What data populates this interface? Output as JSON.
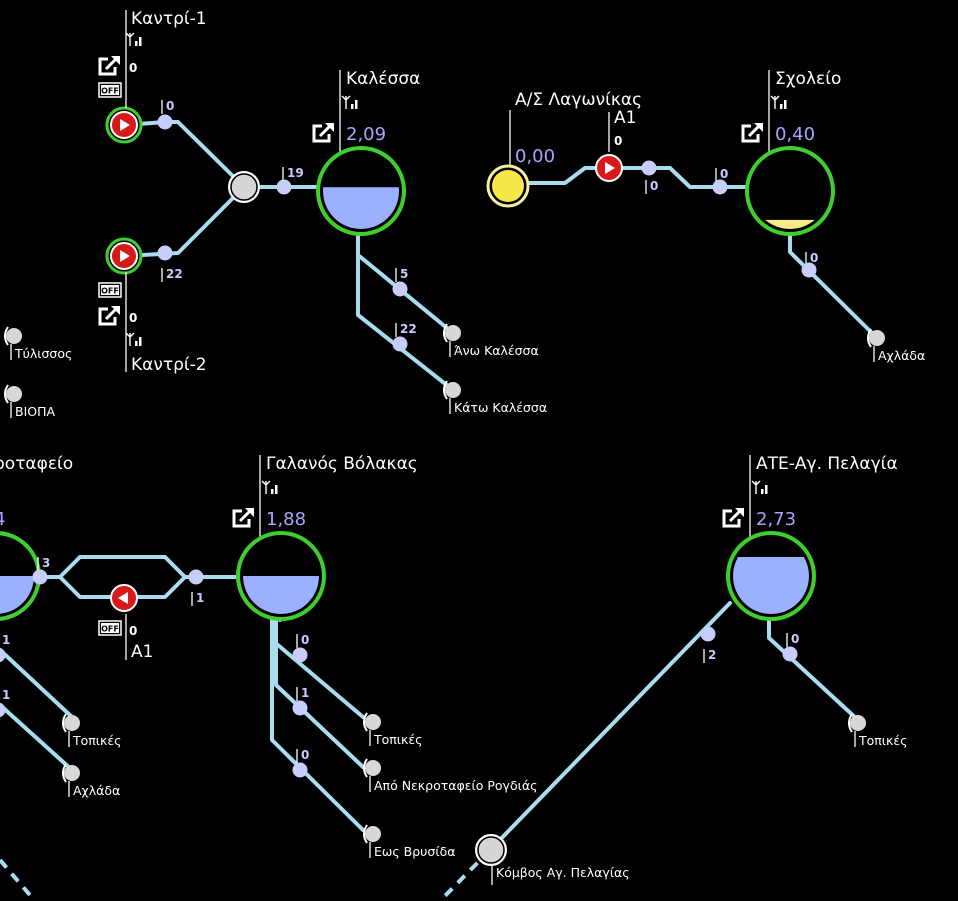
{
  "colors": {
    "pipe": "#a8dcf0",
    "tank_ring": "#3ecf2e",
    "water": "#9bb0ff",
    "water_yellow": "#f6e98a",
    "valve_node": "#c7cdfc",
    "pump": "#d7191c",
    "source": "#f7e84a",
    "level_text": "#a9a4ff"
  },
  "tanks": [
    {
      "id": "kalessa",
      "title": "Καλέσσα",
      "level": "2,09",
      "fill": 0.55
    },
    {
      "id": "sxoleio",
      "title": "Σχολείο",
      "level": "0,40",
      "fill": 0.12
    },
    {
      "id": "galanos",
      "title": "Γαλανός Βόλακας",
      "level": "1,88",
      "fill": 0.5
    },
    {
      "id": "ate",
      "title": "ΑΤΕ-Αγ. Πελαγία",
      "level": "2,73",
      "fill": 0.75
    },
    {
      "id": "nekrotafeio",
      "title": "ροταφείο",
      "level": "4",
      "fill": 0.5
    }
  ],
  "source": {
    "title": "Α/Σ Λαγωνίκας",
    "level": "0,00"
  },
  "pumps": [
    {
      "id": "kantri1",
      "name": "Καντρί-1",
      "value": "0",
      "off": "OFF"
    },
    {
      "id": "kantri2",
      "name": "Καντρί-2",
      "value": "0",
      "off": "OFF"
    },
    {
      "id": "lagonikas_a1",
      "name": "Α1",
      "value": "0"
    },
    {
      "id": "galanos_a1",
      "name": "Α1",
      "value": "0",
      "off": "OFF"
    }
  ],
  "flows": {
    "k1_out": "0",
    "k2_out": "22",
    "junction_kalessa": "19",
    "ano_kalessa": "5",
    "kato_kalessa": "22",
    "lag_a": "0",
    "lag_b": "0",
    "sxoleio_out": "0",
    "nekro_in": "3",
    "galanos_in": "1",
    "gal_1": "0",
    "gal_2": "1",
    "gal_3": "0",
    "nekro_1": "1",
    "nekro_2": "1",
    "ate_in": "2",
    "ate_out": "0"
  },
  "consumers": [
    {
      "id": "tylissos",
      "label": "Τύλισσος"
    },
    {
      "id": "viopa",
      "label": "ΒΙΟΠΑ"
    },
    {
      "id": "ano_kalessa",
      "label": "Άνω Καλέσσα"
    },
    {
      "id": "kato_kalessa",
      "label": "Κάτω Καλέσσα"
    },
    {
      "id": "axlada1",
      "label": "Αχλάδα"
    },
    {
      "id": "topikes1",
      "label": "Τοπικές"
    },
    {
      "id": "axlada2",
      "label": "Αχλάδα"
    },
    {
      "id": "topikes2",
      "label": "Τοπικές"
    },
    {
      "id": "nekro_rogd",
      "label": "Από Νεκροταφείο Ρογδιάς"
    },
    {
      "id": "vrysida",
      "label": "Εως Βρυσίδα"
    },
    {
      "id": "topikes3",
      "label": "Τοπικές"
    }
  ],
  "junction": {
    "label": "Κόμβος Αγ. Πελαγίας"
  }
}
